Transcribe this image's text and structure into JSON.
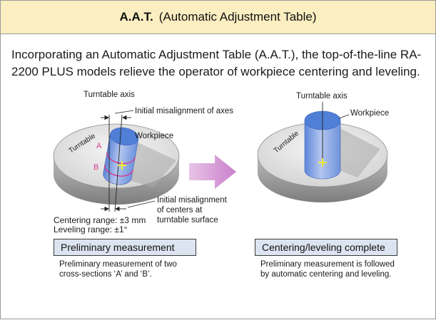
{
  "header": {
    "title": "A.A.T.",
    "subtitle": "(Automatic Adjustment Table)"
  },
  "intro": "Incorporating an Automatic Adjustment Table (A.A.T.), the top-of-the-line RA-2200 PLUS models relieve the operator of workpiece centering and leveling.",
  "left_figure": {
    "turntable_axis_label": "Turntable axis",
    "misalignment_axes_label": "Initial misalignment of axes",
    "workpiece_label": "Workpiece",
    "turntable_label": "Turntable",
    "section_a": "A",
    "section_b": "B",
    "centers_label_1": "Initial misalignment",
    "centers_label_2": "of centers at",
    "centers_label_3": "turntable surface",
    "centering_range": "Centering range: ±3 mm",
    "leveling_range": "Leveling range: ±1°",
    "step_title": "Preliminary measurement",
    "step_desc": "Preliminary measurement of two cross-sections ‘A’ and ‘B’."
  },
  "right_figure": {
    "turntable_axis_label": "Turntable axis",
    "workpiece_label": "Workpiece",
    "turntable_label": "Turntable",
    "step_title": "Centering/leveling complete",
    "step_desc": "Preliminary measurement is followed by automatic centering and leveling."
  },
  "arrow_icon": "right-arrow-icon",
  "colors": {
    "header_bg": "#fbeec0",
    "workpiece_blue": "#4f7fd6",
    "marker_yellow": "#f2e92a",
    "arrow_pink": "#d79bd6",
    "section_pink": "#d63b8f",
    "box_bg": "#dde4f1"
  }
}
